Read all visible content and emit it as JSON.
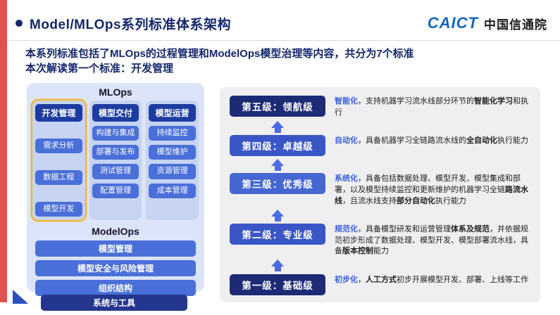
{
  "header": {
    "title": "Model/MLOps系列标准体系架构",
    "logo_en": "CAICT",
    "logo_cn": "中国信通院"
  },
  "intro": {
    "line1": "本系列标准包括了MLOps的过程管理和ModelOps模型治理等内容，共分为7个标准",
    "line2": "本次解读第一个标准：开发管理"
  },
  "mlops": {
    "title": "MLOps",
    "columns": [
      {
        "header": "开发管理",
        "highlighted": true,
        "items": [
          "需求分析",
          "数据工程",
          "模型开发"
        ]
      },
      {
        "header": "模型交付",
        "highlighted": false,
        "items": [
          "构建与集成",
          "部署与发布",
          "测试管理",
          "配置管理"
        ]
      },
      {
        "header": "模型运营",
        "highlighted": false,
        "items": [
          "持续监控",
          "模型维护",
          "资源管理",
          "成本管理"
        ]
      }
    ]
  },
  "modelops": {
    "title": "ModelOps",
    "bars": [
      "模型管理",
      "模型安全与风险管理",
      "组织结构"
    ],
    "bottom_bar": "系统与工具"
  },
  "maturity": {
    "levels": [
      {
        "label": "第五级：领航级",
        "segments": [
          {
            "t": "智能化",
            "s": "kw"
          },
          {
            "t": "，支持机器学习流水线部分环节的",
            "s": ""
          },
          {
            "t": "智能化学习",
            "s": "b"
          },
          {
            "t": "和执行",
            "s": ""
          }
        ]
      },
      {
        "label": "第四级：卓越级",
        "segments": [
          {
            "t": "自动化",
            "s": "kw"
          },
          {
            "t": "，具备机器学习全链路流水线的",
            "s": ""
          },
          {
            "t": "全自动化",
            "s": "b"
          },
          {
            "t": "执行能力",
            "s": ""
          }
        ]
      },
      {
        "label": "第三级：优秀级",
        "segments": [
          {
            "t": "系统化",
            "s": "kw"
          },
          {
            "t": "，具备包括数据处理、模型开发、模型集成和部署，以及模型持续监控和更新维护的机器学习全链",
            "s": ""
          },
          {
            "t": "路流水线",
            "s": "b"
          },
          {
            "t": "，且流水线支持",
            "s": ""
          },
          {
            "t": "部分自动化",
            "s": "b"
          },
          {
            "t": "执行能力",
            "s": ""
          }
        ]
      },
      {
        "label": "第二级：专业级",
        "segments": [
          {
            "t": "规范化",
            "s": "kw"
          },
          {
            "t": "，具备模型研发和运营管理",
            "s": ""
          },
          {
            "t": "体系及规范",
            "s": "b"
          },
          {
            "t": "，并依据规范初步形成了数据处理、模型开发、模型部署流水线，具备",
            "s": ""
          },
          {
            "t": "版本控制",
            "s": "b"
          },
          {
            "t": "能力",
            "s": ""
          }
        ]
      },
      {
        "label": "第一级：基础级",
        "segments": [
          {
            "t": "初步化",
            "s": "kw"
          },
          {
            "t": "，",
            "s": ""
          },
          {
            "t": "人工方式",
            "s": "b"
          },
          {
            "t": "初步开展模型开发、部署、上线等工作",
            "s": ""
          }
        ]
      }
    ]
  },
  "colors": {
    "accent_red": "#e35050",
    "navy_text": "#14266b",
    "panel_blue": "#dbe4f8",
    "column_blue": "#c6d4f1",
    "header_button_blue": "#1e3ca0",
    "item_button_blue": "#4a6fd8",
    "highlight_yellow": "#f2b634",
    "level_dark": "#1d2b77",
    "level_mid": "#3a56c6",
    "keyword_blue": "#3b5ed8",
    "right_panel_gray": "#efeff2"
  }
}
